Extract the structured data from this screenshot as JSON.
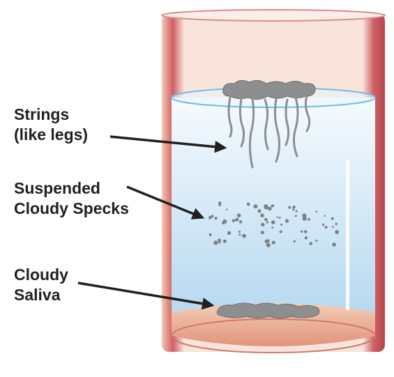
{
  "labels": {
    "strings": {
      "line1": "Strings",
      "line2": "(like legs)"
    },
    "specks": {
      "line1": "Suspended",
      "line2": "Cloudy Specks"
    },
    "saliva": {
      "line1": "Cloudy",
      "line2": "Saliva"
    }
  },
  "colors": {
    "glass_wall": "#c9575c",
    "glass_inner": "#f3d2c0",
    "water_top": "#f4f9fd",
    "water_bottom": "#b8d9f0",
    "surface_line": "#7fc2e6",
    "cloudy_gray": "#8c8d8f",
    "arrow": "#231f20"
  }
}
